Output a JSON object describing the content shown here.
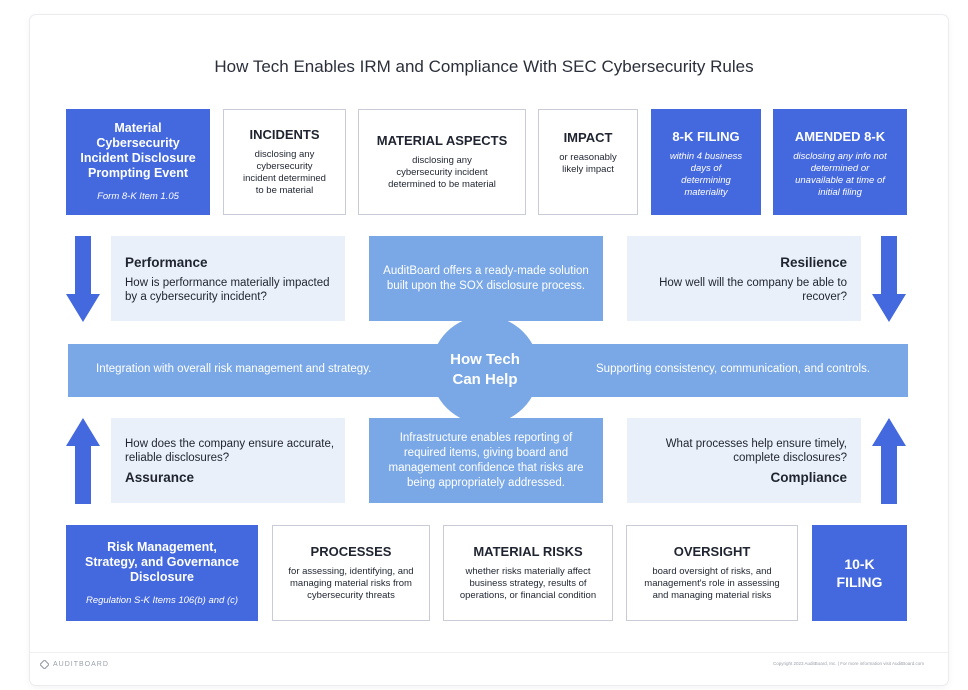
{
  "title": "How Tech Enables IRM and Compliance With SEC Cybersecurity Rules",
  "colors": {
    "blue": "#4468dd",
    "light_blue": "#7aa8e6",
    "panel": "#eaf0f9"
  },
  "top_row": {
    "prompt": {
      "title": "Material Cybersecurity Incident Disclosure Prompting Event",
      "sub": "Form 8-K Item 1.05"
    },
    "incidents": {
      "title": "INCIDENTS",
      "sub": "disclosing any cybersecurity incident determined to be material"
    },
    "aspects": {
      "title": "MATERIAL ASPECTS",
      "sub": "disclosing any cybersecurity incident determined to be material"
    },
    "impact": {
      "title": "IMPACT",
      "sub": "or reasonably likely impact"
    },
    "filing8k": {
      "title": "8-K FILING",
      "sub": "within 4 business days of determining materiality"
    },
    "amended": {
      "title": "AMENDED 8-K",
      "sub": "disclosing any info not determined or unavailable at time of initial filing"
    }
  },
  "performance": {
    "title": "Performance",
    "body": "How is performance materially impacted by a cybersecurity incident?"
  },
  "resilience": {
    "title": "Resilience",
    "body": "How well will the company be able to recover?"
  },
  "assurance": {
    "title": "Assurance",
    "body": "How does the company ensure accurate, reliable disclosures?"
  },
  "compliance": {
    "title": "Compliance",
    "body": "What processes help ensure timely, complete disclosures?"
  },
  "mid_top": "AuditBoard offers a ready-made solution built upon the SOX disclosure process.",
  "mid_bottom": "Infrastructure enables reporting of required items, giving board and management confidence that risks are being appropriately addressed.",
  "band": {
    "left": "Integration with overall risk management and strategy.",
    "right": "Supporting consistency, communication, and controls.",
    "center": "How Tech Can Help"
  },
  "bottom_row": {
    "risk": {
      "title": "Risk Management, Strategy, and Governance Disclosure",
      "sub": "Regulation S-K Items 106(b) and (c)"
    },
    "processes": {
      "title": "PROCESSES",
      "sub": "for assessing, identifying, and managing material risks from cybersecurity threats"
    },
    "material_risks": {
      "title": "MATERIAL RISKS",
      "sub": "whether risks materially affect business strategy, results of operations, or financial condition"
    },
    "oversight": {
      "title": "OVERSIGHT",
      "sub": "board oversight of risks, and management's role in assessing and managing material risks"
    },
    "filing10k": {
      "title": "10-K FILING"
    }
  },
  "footer": {
    "logo": "AUDITBOARD",
    "copyright": "Copyright 2023 AuditBoard, Inc. | For more information visit AuditBoard.com"
  }
}
